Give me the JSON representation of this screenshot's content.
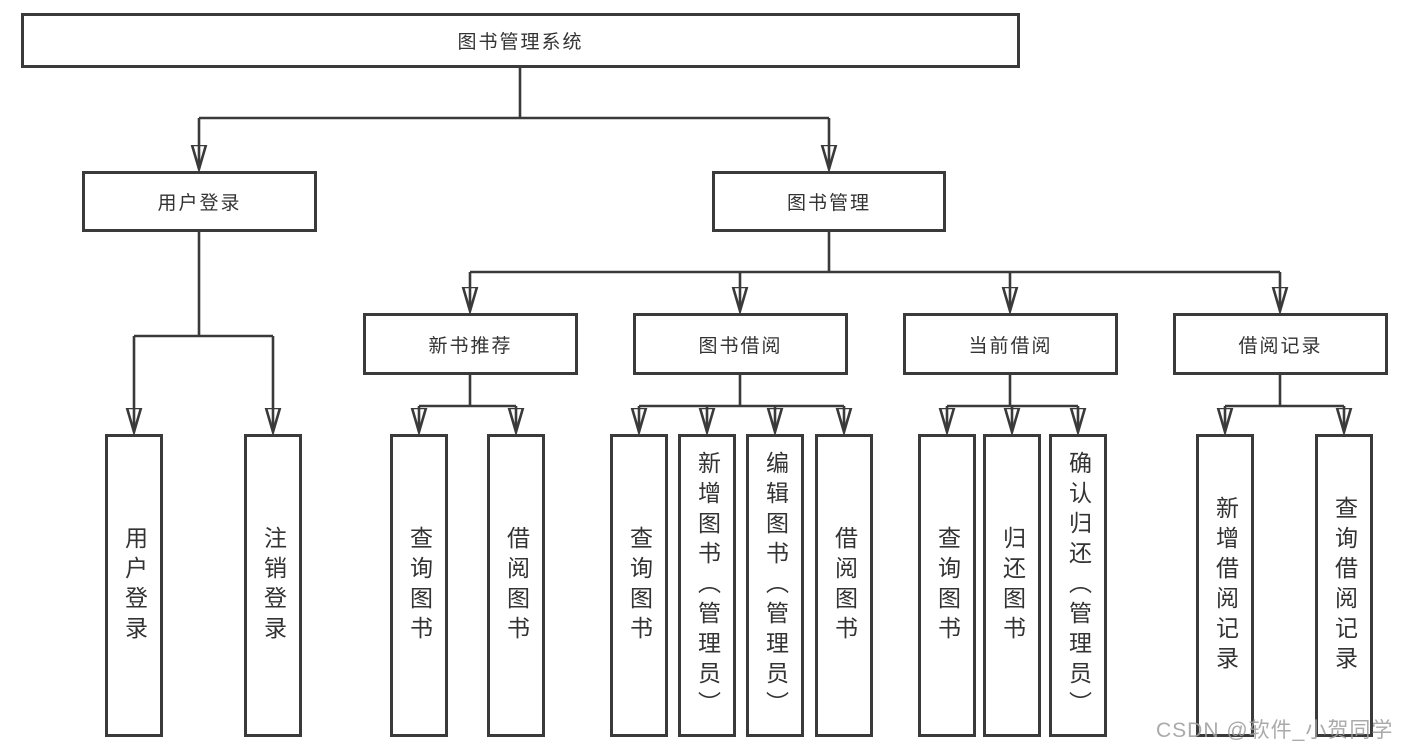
{
  "nodes": {
    "root": "图书管理系统",
    "user_login": {
      "label": "用户登录",
      "children": {
        "login": "用户登录",
        "logout": "注销登录"
      }
    },
    "book_mgmt": {
      "label": "图书管理",
      "children": {
        "new_book": {
          "label": "新书推荐",
          "children": {
            "query": "查询图书",
            "borrow": "借阅图书"
          }
        },
        "book_borrow": {
          "label": "图书借阅",
          "children": {
            "query": "查询图书",
            "add": "新增图书（管理员）",
            "edit": "编辑图书（管理员）",
            "borrow": "借阅图书"
          }
        },
        "current_borrow": {
          "label": "当前借阅",
          "children": {
            "query": "查询图书",
            "return": "归还图书",
            "confirm": "确认归还（管理员）"
          }
        },
        "borrow_record": {
          "label": "借阅记录",
          "children": {
            "add": "新增借阅记录",
            "query": "查询借阅记录"
          }
        }
      }
    }
  },
  "watermark": "CSDN @软件_小贺同学",
  "colors": {
    "line": "#3a3a3a",
    "text": "#333333",
    "background": "#ffffff",
    "watermark": "#9e9e9e"
  }
}
